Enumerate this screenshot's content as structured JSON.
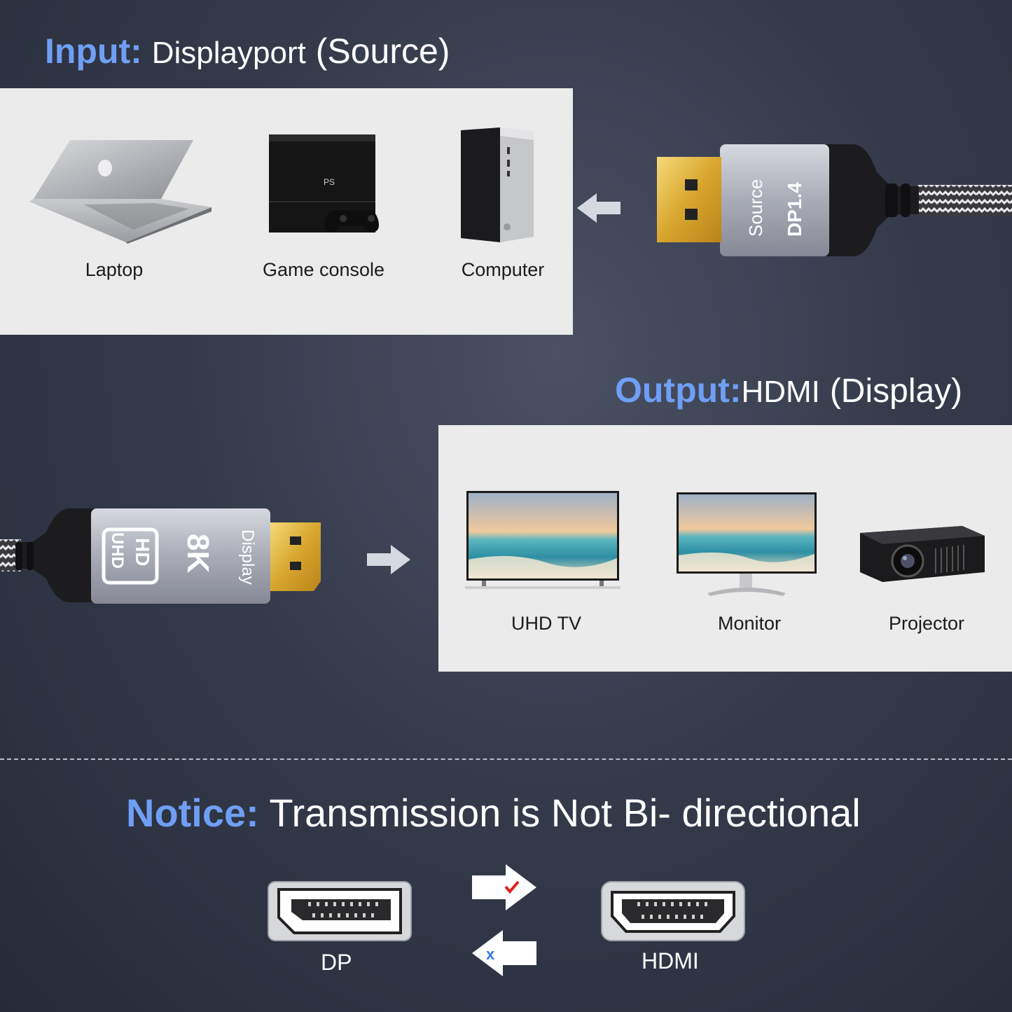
{
  "input": {
    "heading_highlight": "Input:",
    "heading_rest": "Displayport",
    "heading_paren": "(Source)",
    "devices": [
      {
        "label": "Laptop",
        "icon": "laptop-icon"
      },
      {
        "label": "Game console",
        "icon": "game-console-icon"
      },
      {
        "label": "Computer",
        "icon": "computer-tower-icon"
      }
    ],
    "connector": {
      "side_text_1": "Source",
      "side_text_2": "DP1.4",
      "icon": "displayport-plug-icon"
    }
  },
  "output": {
    "heading_highlight": "Output:",
    "heading_rest": "HDMI",
    "heading_paren": "(Display)",
    "devices": [
      {
        "label": "UHD TV",
        "icon": "tv-icon"
      },
      {
        "label": "Monitor",
        "icon": "monitor-icon"
      },
      {
        "label": "Projector",
        "icon": "projector-icon"
      }
    ],
    "connector": {
      "badge_top": "HD",
      "badge_bottom": "UHD",
      "resolution": "8K",
      "side_text": "Display",
      "icon": "hdmi-plug-icon"
    }
  },
  "notice": {
    "heading_highlight": "Notice:",
    "heading_rest": "Transmission is Not Bi- directional",
    "dp_label": "DP",
    "hdmi_label": "HDMI"
  },
  "colors": {
    "accent": "#6f9ff5",
    "panel": "#ebebeb",
    "check": "#e02020",
    "cross": "#3a7ae8"
  }
}
